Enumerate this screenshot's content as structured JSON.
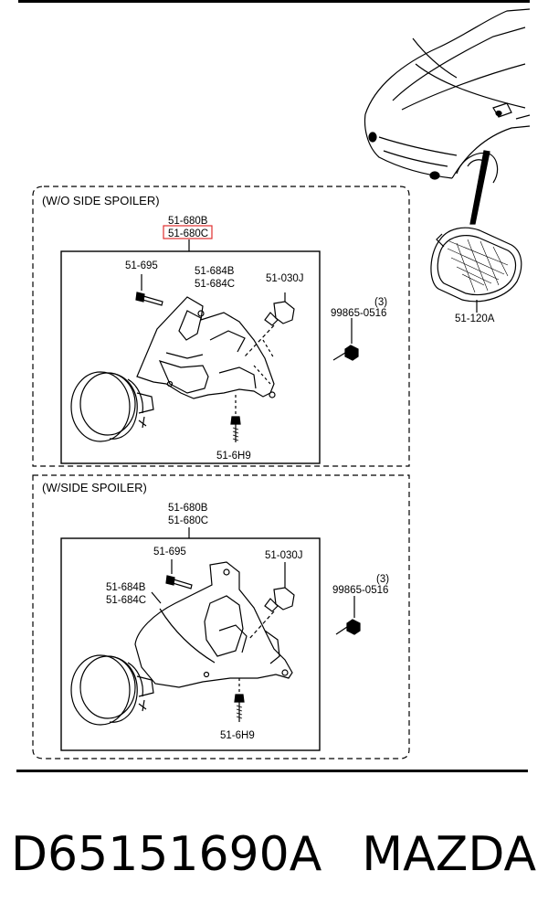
{
  "sections": [
    {
      "title": "(W/O SIDE SPOILER)",
      "assembly": [
        "51-680B",
        "51-680C"
      ],
      "parts": {
        "screw": "51-695",
        "housing": [
          "51-684B",
          "51-684C"
        ],
        "bulb": "51-030J",
        "bolt": "99865-0516",
        "bolt_qty": "(3)",
        "bottom_screw": "51-6H9"
      }
    },
    {
      "title": "(W/SIDE SPOILER)",
      "assembly": [
        "51-680B",
        "51-680C"
      ],
      "parts": {
        "screw": "51-695",
        "housing": [
          "51-684B",
          "51-684C"
        ],
        "bulb": "51-030J",
        "bolt": "99865-0516",
        "bolt_qty": "(3)",
        "bottom_screw": "51-6H9"
      }
    }
  ],
  "side_lamp": "51-120A",
  "highlight_color": "#e03030",
  "caption": {
    "part_number": "D65151690A",
    "brand": "MAZDA"
  }
}
